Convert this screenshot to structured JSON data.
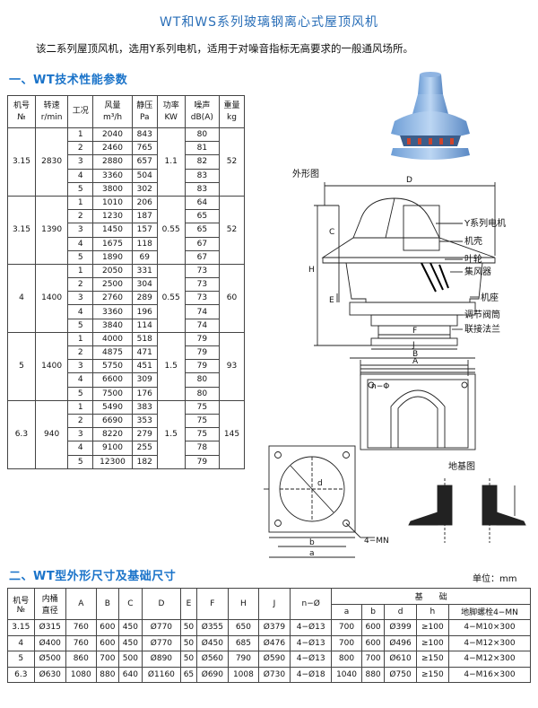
{
  "title": "WT和WS系列玻璃钢离心式屋顶风机",
  "intro": "该二系列屋顶风机，选用Y系列电机，适用于对噪音指标无高要求的一般通风场所。",
  "section1": "一、WT技术性能参数",
  "section2": "二、WT型外形尺寸及基础尺寸",
  "unit_label": "单位：mm",
  "drawing": {
    "outline_title": "外形图",
    "foundation_title": "地基图",
    "labels": [
      "Y系列电机",
      "机壳",
      "叶轮",
      "集风器",
      "机座",
      "调节阀筒",
      "联接法兰"
    ],
    "dims": [
      "D",
      "C",
      "H",
      "E",
      "F",
      "J",
      "A",
      "B",
      "n−Φ",
      "d",
      "b",
      "a",
      "4−MN"
    ]
  },
  "table1": {
    "headers": [
      [
        "机号",
        "№"
      ],
      [
        "转速",
        "r/min"
      ],
      [
        "工况",
        ""
      ],
      [
        "风量",
        "m³/h"
      ],
      [
        "静压",
        "Pa"
      ],
      [
        "功率",
        "KW"
      ],
      [
        "噪声",
        "dB(A)"
      ],
      [
        "重量",
        "kg"
      ]
    ],
    "groups": [
      {
        "no": "3.15",
        "rpm": "2830",
        "kw": "1.1",
        "kg": "52",
        "rows": [
          [
            "1",
            "2040",
            "843",
            "80"
          ],
          [
            "2",
            "2460",
            "765",
            "81"
          ],
          [
            "3",
            "2880",
            "657",
            "82"
          ],
          [
            "4",
            "3360",
            "504",
            "83"
          ],
          [
            "5",
            "3800",
            "302",
            "83"
          ]
        ]
      },
      {
        "no": "3.15",
        "rpm": "1390",
        "kw": "0.55",
        "kg": "52",
        "rows": [
          [
            "1",
            "1010",
            "206",
            "64"
          ],
          [
            "2",
            "1230",
            "187",
            "65"
          ],
          [
            "3",
            "1450",
            "157",
            "65"
          ],
          [
            "4",
            "1675",
            "118",
            "67"
          ],
          [
            "5",
            "1890",
            "69",
            "67"
          ]
        ]
      },
      {
        "no": "4",
        "rpm": "1400",
        "kw": "0.55",
        "kg": "60",
        "rows": [
          [
            "1",
            "2050",
            "331",
            "73"
          ],
          [
            "2",
            "2500",
            "304",
            "73"
          ],
          [
            "3",
            "2760",
            "289",
            "73"
          ],
          [
            "4",
            "3360",
            "196",
            "74"
          ],
          [
            "5",
            "3840",
            "114",
            "74"
          ]
        ]
      },
      {
        "no": "5",
        "rpm": "1400",
        "kw": "1.5",
        "kg": "93",
        "rows": [
          [
            "1",
            "4000",
            "518",
            "79"
          ],
          [
            "2",
            "4875",
            "471",
            "79"
          ],
          [
            "3",
            "5750",
            "451",
            "79"
          ],
          [
            "4",
            "6600",
            "309",
            "80"
          ],
          [
            "5",
            "7500",
            "176",
            "80"
          ]
        ]
      },
      {
        "no": "6.3",
        "rpm": "940",
        "kw": "1.5",
        "kg": "145",
        "rows": [
          [
            "1",
            "5490",
            "383",
            "75"
          ],
          [
            "2",
            "6690",
            "353",
            "75"
          ],
          [
            "3",
            "8220",
            "279",
            "75"
          ],
          [
            "4",
            "9100",
            "255",
            "78"
          ],
          [
            "5",
            "12300",
            "182",
            "79"
          ]
        ]
      }
    ]
  },
  "table2": {
    "h_no": [
      "机号",
      "№"
    ],
    "h_dia": [
      "内桶",
      "直径"
    ],
    "h_cols": [
      "A",
      "B",
      "C",
      "D",
      "E",
      "F",
      "H",
      "J",
      "n−Ø"
    ],
    "h_base": "基　　础",
    "h_base_cols": [
      "a",
      "b",
      "d",
      "h",
      "地脚螺栓4−MN"
    ],
    "rows": [
      [
        "3.15",
        "Ø315",
        "760",
        "600",
        "450",
        "Ø770",
        "50",
        "Ø355",
        "650",
        "Ø379",
        "4−Ø13",
        "700",
        "600",
        "Ø399",
        "≥100",
        "4−M10×300"
      ],
      [
        "4",
        "Ø400",
        "760",
        "600",
        "450",
        "Ø770",
        "50",
        "Ø450",
        "685",
        "Ø476",
        "4−Ø13",
        "700",
        "600",
        "Ø496",
        "≥100",
        "4−M12×300"
      ],
      [
        "5",
        "Ø500",
        "860",
        "700",
        "500",
        "Ø890",
        "50",
        "Ø560",
        "790",
        "Ø590",
        "4−Ø13",
        "800",
        "700",
        "Ø610",
        "≥150",
        "4−M12×300"
      ],
      [
        "6.3",
        "Ø630",
        "1080",
        "880",
        "640",
        "Ø1160",
        "65",
        "Ø690",
        "1008",
        "Ø730",
        "4−Ø18",
        "1040",
        "880",
        "Ø750",
        "≥150",
        "4−M16×300"
      ]
    ]
  }
}
